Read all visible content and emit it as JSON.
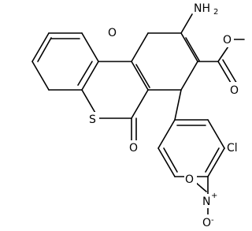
{
  "molecule": {
    "atom_labels": {
      "amino": "NH",
      "amino_subscript": "2",
      "ring_oxygen": "O",
      "ester_ether_oxygen": "O",
      "ester_carbonyl_oxygen": "O",
      "thio_sulfur": "S",
      "lactone_oxygen": "O",
      "chloro": "Cl",
      "nitro_nitrogen": "N",
      "nitro_charge_plus": "+",
      "nitro_oxygen_top": "O",
      "nitro_oxygen_bottom": "O",
      "nitro_charge_minus": "-"
    }
  }
}
